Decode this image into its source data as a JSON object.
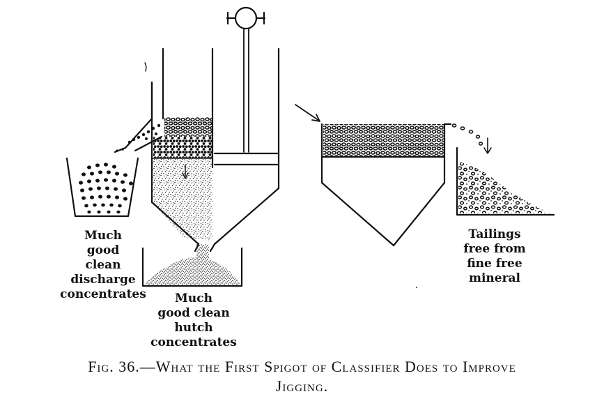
{
  "labels": {
    "discharge": [
      "Much",
      "good",
      "clean",
      "discharge",
      "concentrates"
    ],
    "hutch": [
      "Much",
      "good clean",
      "hutch",
      "concentrates"
    ],
    "tailings": [
      "Tailings",
      "free from",
      "fine free",
      "mineral"
    ]
  },
  "caption": {
    "line1": "Fig. 36.—What the First Spigot of Classifier Does to Improve",
    "line2": "Jigging."
  }
}
